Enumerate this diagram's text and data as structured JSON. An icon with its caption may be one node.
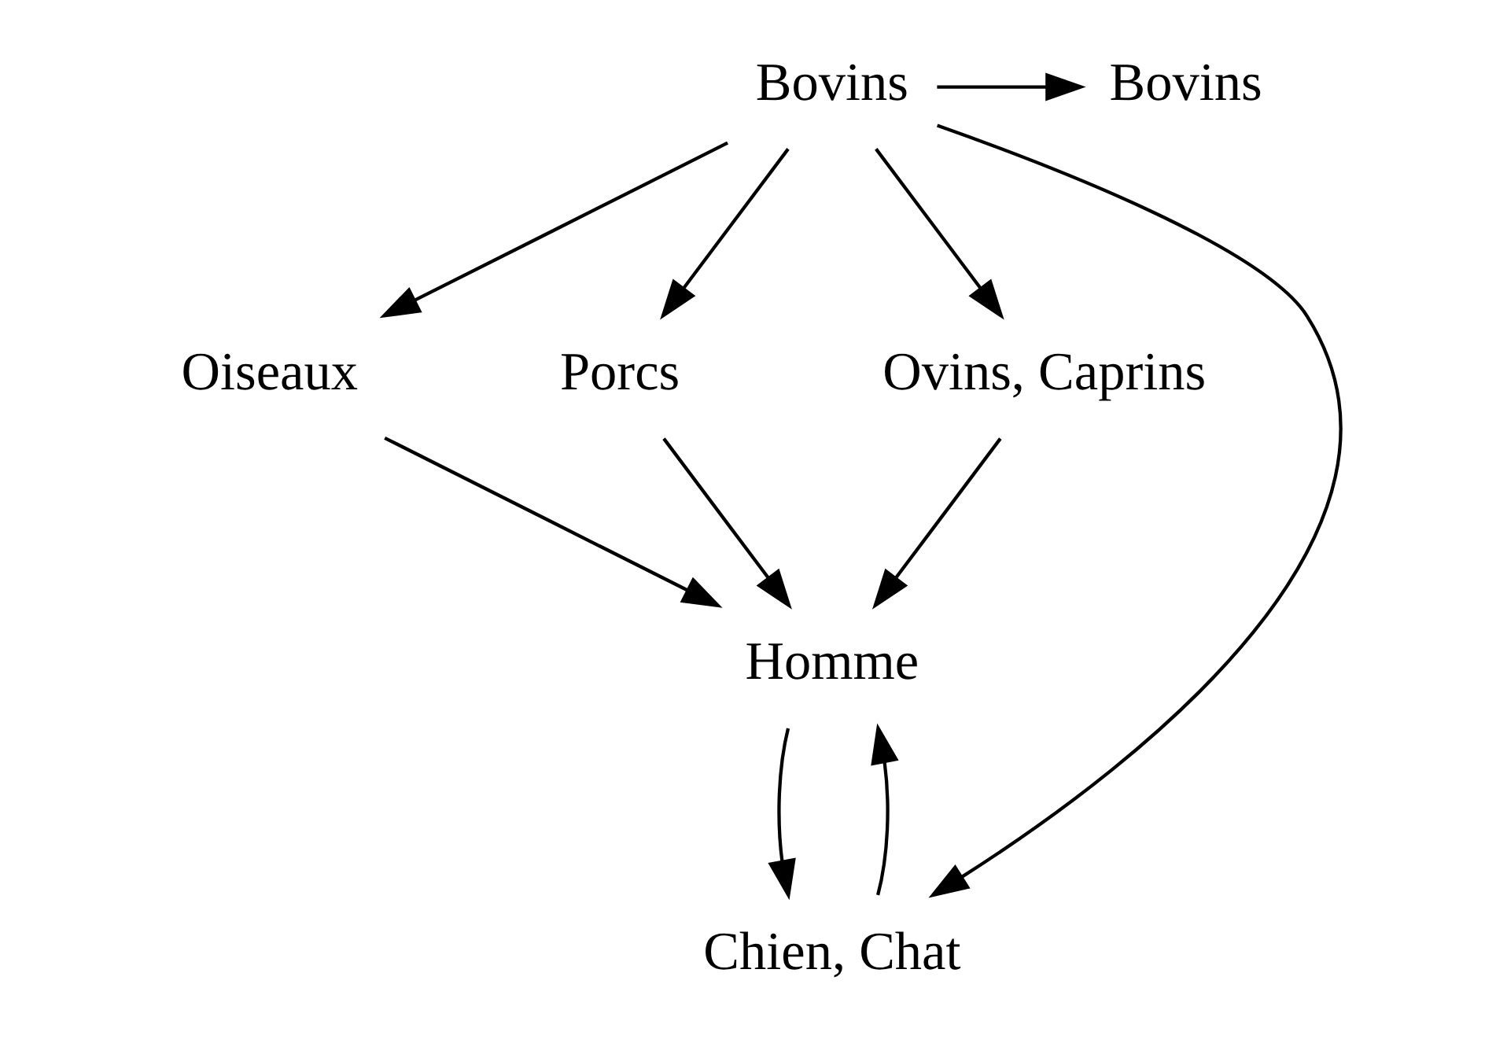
{
  "diagram": {
    "nodes": [
      {
        "text": [
          "Bovins"
        ]
      },
      {
        "text": [
          "Bovins"
        ]
      },
      {
        "text": [
          "Oiseaux"
        ]
      },
      {
        "text": [
          "Homme"
        ]
      },
      {
        "text": [
          "Chien, Chat"
        ]
      },
      {
        "text": [
          "Porcs"
        ]
      },
      {
        "text": [
          "Ovins, Caprins"
        ]
      }
    ],
    "edges": [
      {
        "from": 0,
        "to": 1,
        "arrow": "to"
      },
      {
        "from": 0,
        "to": 4,
        "arrow": "to"
      },
      {
        "from": 0,
        "to": 6,
        "arrow": "to"
      },
      {
        "from": 0,
        "to": 2,
        "arrow": "to"
      },
      {
        "from": 0,
        "to": 5,
        "arrow": "to"
      },
      {
        "from": 2,
        "to": 3,
        "arrow": "to"
      },
      {
        "from": 4,
        "to": 3,
        "arrow": "to"
      },
      {
        "from": 3,
        "to": 4,
        "arrow": "to"
      },
      {
        "from": 6,
        "to": 3,
        "arrow": "to"
      },
      {
        "from": 5,
        "to": 3,
        "arrow": "to"
      }
    ]
  }
}
